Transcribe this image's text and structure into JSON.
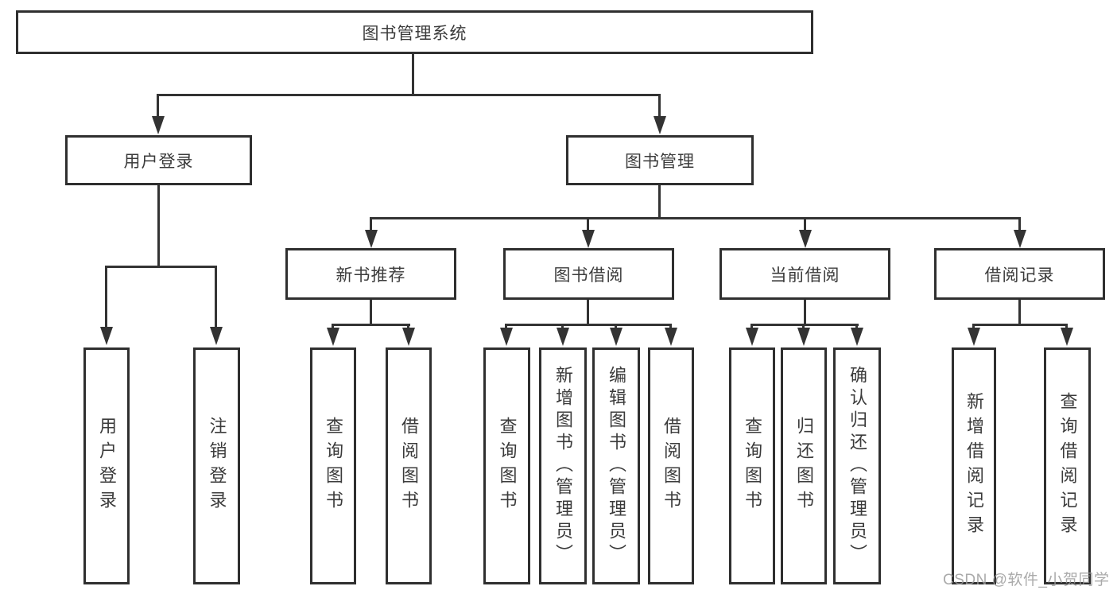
{
  "tree": {
    "root": {
      "label": "图书管理系统"
    },
    "children": [
      {
        "label": "用户登录",
        "children": [
          {
            "label": "用户登录"
          },
          {
            "label": "注销登录"
          }
        ]
      },
      {
        "label": "图书管理",
        "children": [
          {
            "label": "新书推荐",
            "children": [
              {
                "label": "查询图书"
              },
              {
                "label": "借阅图书"
              }
            ]
          },
          {
            "label": "图书借阅",
            "children": [
              {
                "label": "查询图书"
              },
              {
                "label": "新增图书（管理员）"
              },
              {
                "label": "编辑图书（管理员）"
              },
              {
                "label": "借阅图书"
              }
            ]
          },
          {
            "label": "当前借阅",
            "children": [
              {
                "label": "查询图书"
              },
              {
                "label": "归还图书"
              },
              {
                "label": "确认归还（管理员）"
              }
            ]
          },
          {
            "label": "借阅记录",
            "children": [
              {
                "label": "新增借阅记录"
              },
              {
                "label": "查询借阅记录"
              }
            ]
          }
        ]
      }
    ]
  },
  "watermark": {
    "text": "CSDN @软件_小贺同学"
  },
  "colors": {
    "line": "#333333",
    "box_border": "#2f2f2f",
    "text": "#3b3b3b",
    "background": "#ffffff",
    "watermark": "#9b9b9b"
  }
}
